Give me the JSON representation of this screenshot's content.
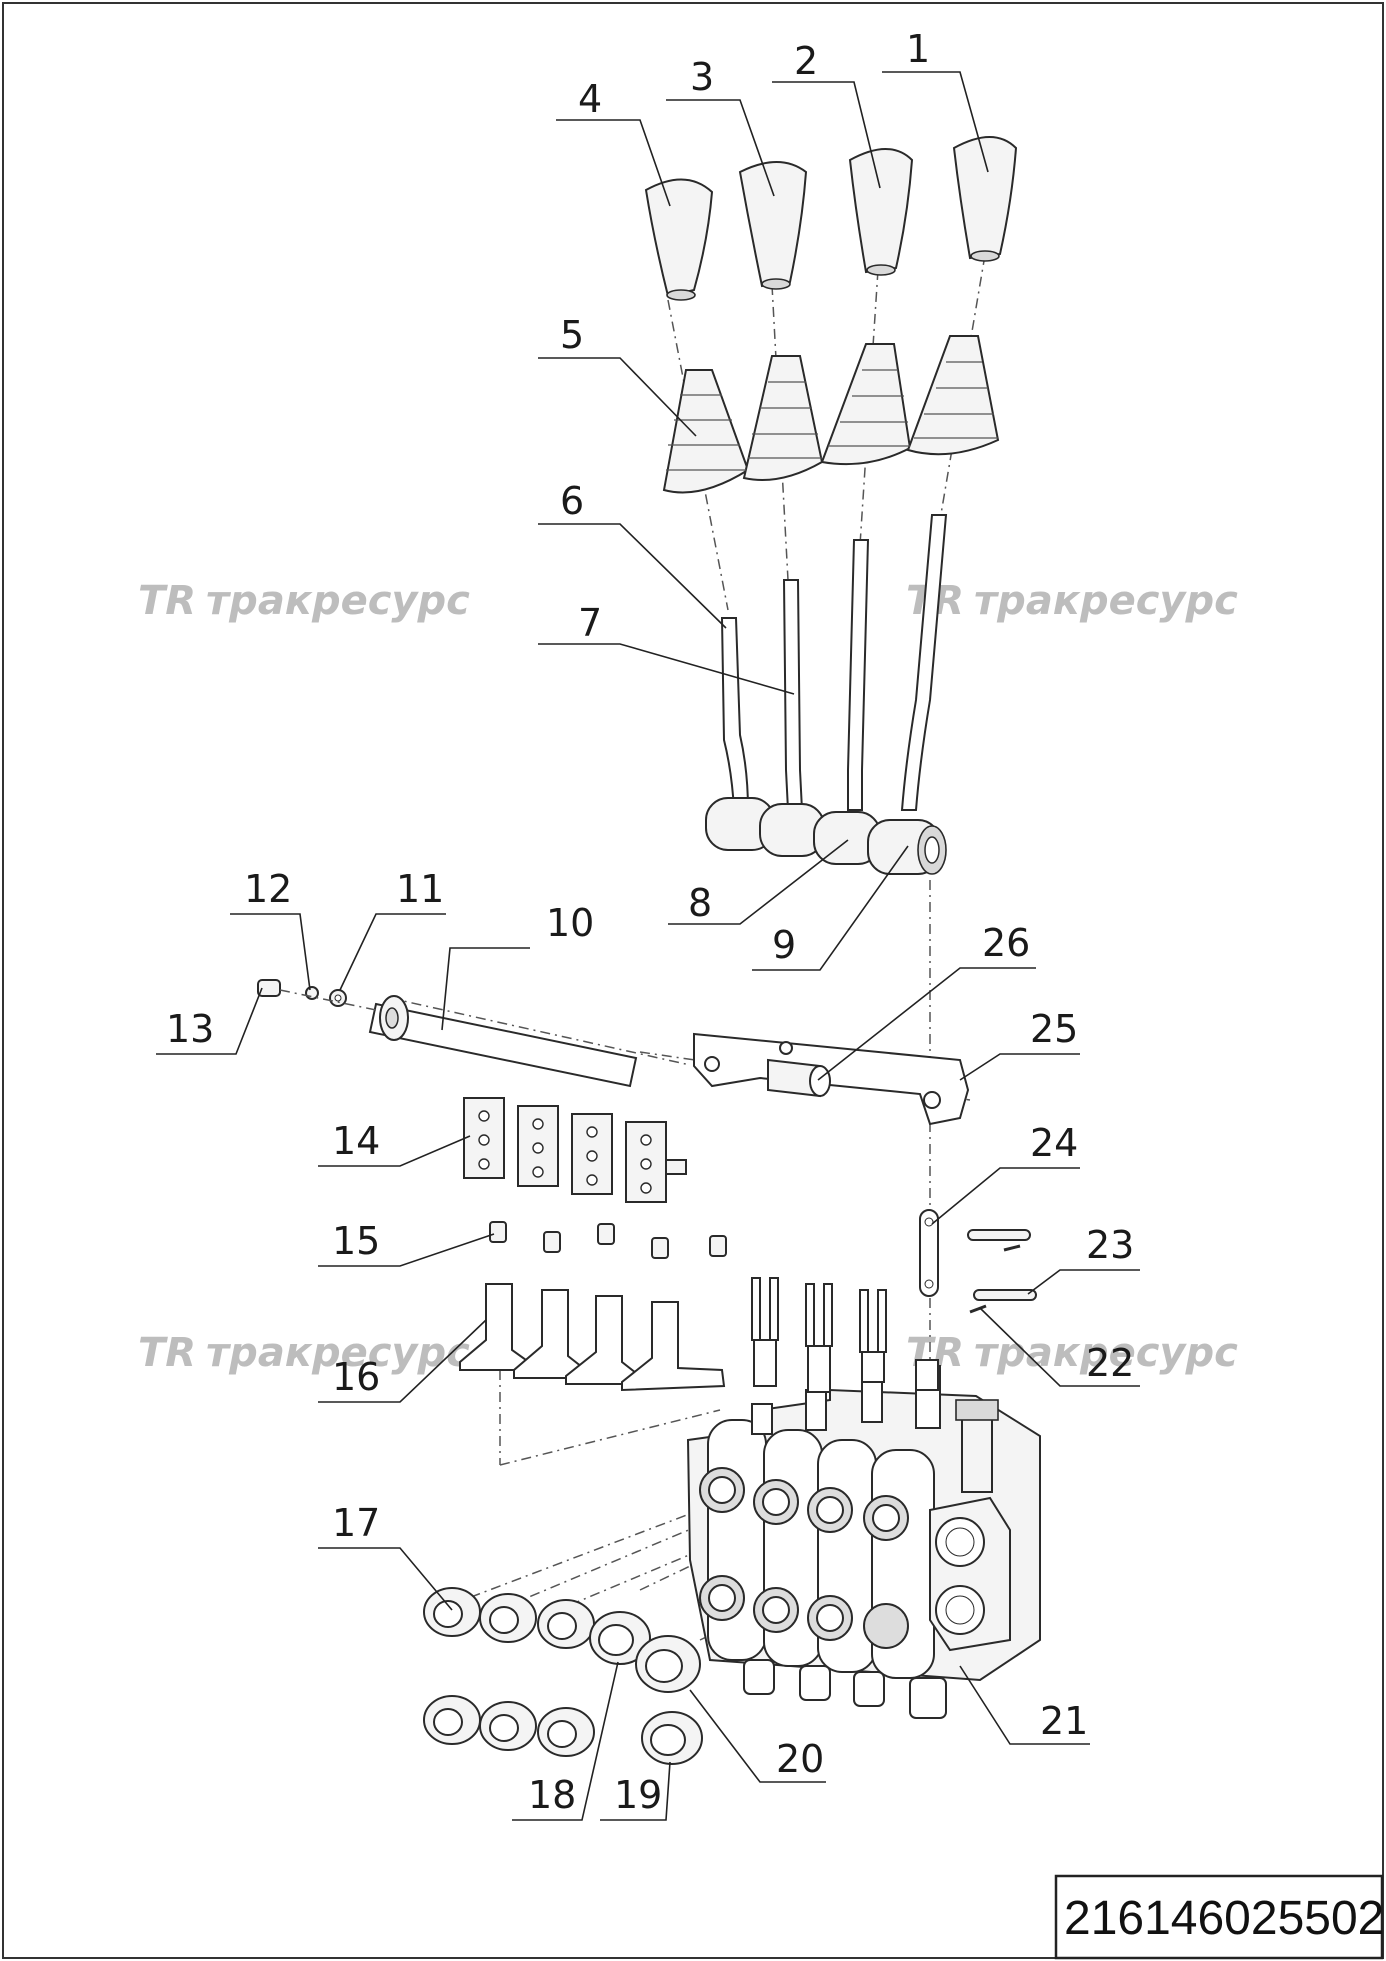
{
  "watermark": {
    "logo_text": "TR",
    "brand_text": "тракресурс"
  },
  "drawing_code": "216146025502",
  "callouts": [
    {
      "number": "1"
    },
    {
      "number": "2"
    },
    {
      "number": "3"
    },
    {
      "number": "4"
    },
    {
      "number": "5"
    },
    {
      "number": "6"
    },
    {
      "number": "7"
    },
    {
      "number": "8"
    },
    {
      "number": "9"
    },
    {
      "number": "10"
    },
    {
      "number": "11"
    },
    {
      "number": "12"
    },
    {
      "number": "13"
    },
    {
      "number": "14"
    },
    {
      "number": "15"
    },
    {
      "number": "16"
    },
    {
      "number": "17"
    },
    {
      "number": "18"
    },
    {
      "number": "19"
    },
    {
      "number": "20"
    },
    {
      "number": "21"
    },
    {
      "number": "22"
    },
    {
      "number": "23"
    },
    {
      "number": "24"
    },
    {
      "number": "25"
    },
    {
      "number": "26"
    }
  ]
}
